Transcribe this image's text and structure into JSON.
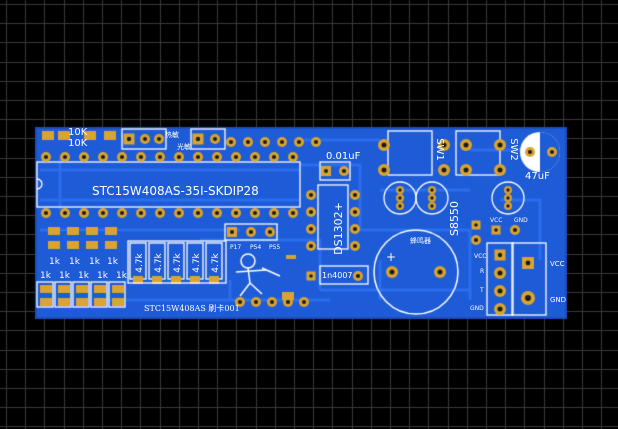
{
  "colors": {
    "background": "#000000",
    "grid": "#3a3a3a",
    "board": "#1e5bd6",
    "board_edge": "#1a4fc0",
    "trace": "#2a6ef0",
    "pad": "#d9a431",
    "pad_hole": "#1b1b1b",
    "silk": "#ffffff"
  },
  "labels": {
    "mcu": "STC15W408AS-35I-SKDIP28",
    "mcu_bottom": "STC15W408AS 刷卡001",
    "res_10k_top": "10K",
    "res_10k_bottom": "10K",
    "photo_res_1": "热敏",
    "photo_res_2": "光敏",
    "cap_top": "0.01uF",
    "rtc": "DS1302+",
    "diode": "1n4007",
    "transistor": "S8550",
    "buzzer": "蜂鸣器",
    "buzzer_plus": "+",
    "sw1": "SW1",
    "sw2": "SW2",
    "electrolytic": "47uF",
    "vcc_small": "VCC",
    "gnd_small": "GND",
    "header_vcc": "VCC",
    "header_r": "R",
    "header_t": "T",
    "header_gnd": "GND",
    "power_vcc": "VCC",
    "power_gnd": "GND",
    "p17": "P17",
    "p54": "P54",
    "p55": "P55",
    "res_1k": [
      "1k",
      "1k",
      "1k",
      "1k",
      "1k",
      "1k",
      "1k",
      "1k",
      "1k"
    ],
    "res_4k7": [
      "4.7k",
      "4.7k",
      "4.7k",
      "4.7k",
      "4.7k"
    ]
  }
}
